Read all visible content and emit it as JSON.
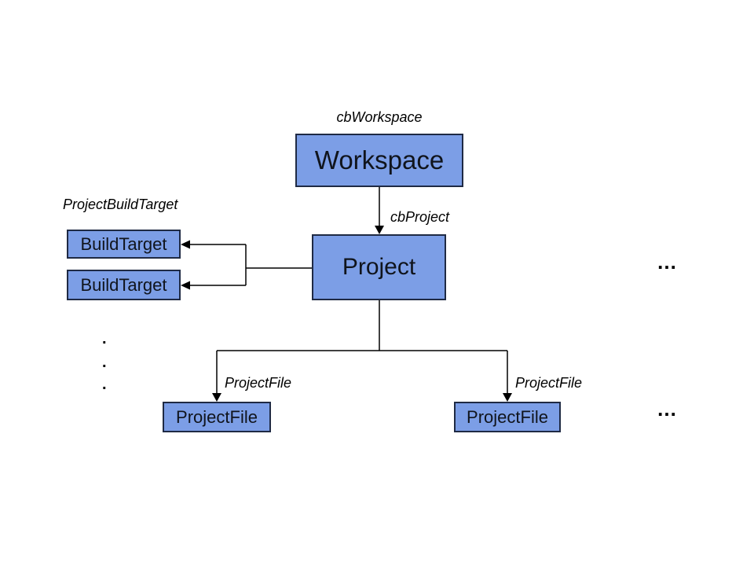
{
  "colors": {
    "box_fill": "#7c9ee6",
    "box_border": "#1f2a44",
    "line": "#000000",
    "bg": "#ffffff"
  },
  "nodes": {
    "workspace": {
      "label": "Workspace"
    },
    "project": {
      "label": "Project"
    },
    "build_target_1": {
      "label": "BuildTarget"
    },
    "build_target_2": {
      "label": "BuildTarget"
    },
    "project_file_1": {
      "label": "ProjectFile"
    },
    "project_file_2": {
      "label": "ProjectFile"
    }
  },
  "annotations": {
    "cb_workspace": "cbWorkspace",
    "cb_project": "cbProject",
    "project_build_target": "ProjectBuildTarget",
    "project_file_left": "ProjectFile",
    "project_file_right": "ProjectFile",
    "ellipsis_mid": "…",
    "ellipsis_bottom": "…",
    "vdot_1": ".",
    "vdot_2": ".",
    "vdot_3": "."
  }
}
